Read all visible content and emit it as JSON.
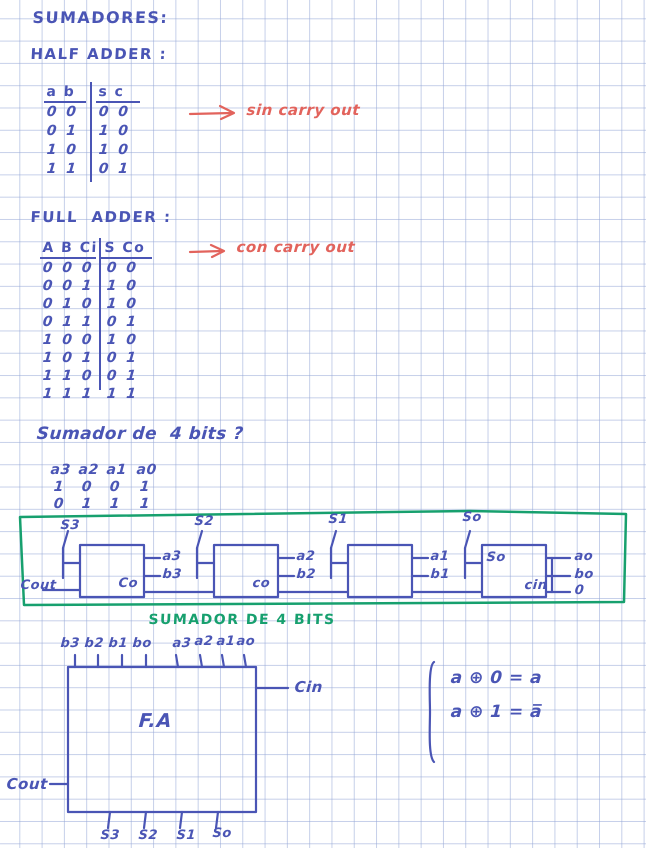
{
  "page": {
    "title": "SUMADORES:",
    "paper": "grid",
    "ink_color": "#4a55b5",
    "red_color": "#e2635c",
    "green_color": "#17a06e"
  },
  "half_adder": {
    "heading": "HALF ADDER :",
    "headers": [
      "a",
      "b",
      "s",
      "c"
    ],
    "header_left": "a b",
    "header_right": "s c",
    "rows": [
      {
        "inputs": "0  0",
        "outputs": "0  0"
      },
      {
        "inputs": "0  1",
        "outputs": "1  0"
      },
      {
        "inputs": "1  0",
        "outputs": "1  0"
      },
      {
        "inputs": "1  1",
        "outputs": "0  1"
      }
    ],
    "annotation": "sin carry out"
  },
  "full_adder": {
    "heading": "FULL  ADDER :",
    "header_left": "A B Ci",
    "header_right": "S Co",
    "rows": [
      {
        "inputs": "0  0  0",
        "outputs": "0  0"
      },
      {
        "inputs": "0  0  1",
        "outputs": "1  0"
      },
      {
        "inputs": "0  1  0",
        "outputs": "1  0"
      },
      {
        "inputs": "0  1  1",
        "outputs": "0  1"
      },
      {
        "inputs": "1  0  0",
        "outputs": "1  0"
      },
      {
        "inputs": "1  0  1",
        "outputs": "0  1"
      },
      {
        "inputs": "1  1  0",
        "outputs": "0  1"
      },
      {
        "inputs": "1  1  1",
        "outputs": "1  1"
      }
    ],
    "annotation": "con carry out"
  },
  "question": "Sumador de  4 bits ?",
  "example": {
    "bit_labels": [
      "a3",
      "a2",
      "a1",
      "a0"
    ],
    "operand_a": [
      "1",
      "0",
      "0",
      "1"
    ],
    "operand_b": [
      "0",
      "1",
      "1",
      "1"
    ]
  },
  "ripple_diagram": {
    "caption": "SUMADOR  DE  4 BITS",
    "cout_label": "Cout",
    "stages": [
      {
        "sum": "S3",
        "a": "a3",
        "b": "b3",
        "carry_out": "Co"
      },
      {
        "sum": "S2",
        "a": "a2",
        "b": "b2",
        "carry_out": "co"
      },
      {
        "sum": "S1",
        "a": "a1",
        "b": "b1",
        "carry_out": ""
      },
      {
        "sum": "So",
        "inner": "So",
        "a": "ao",
        "b": "bo",
        "carry_in_label": "cin",
        "carry_in_value": "0"
      }
    ]
  },
  "block_diagram": {
    "name": "F.A",
    "inputs_b": [
      "b3",
      "b2",
      "b1",
      "bo"
    ],
    "inputs_a": [
      "a3",
      "a2",
      "a1",
      "ao"
    ],
    "carry_in": "Cin",
    "carry_out": "Cout",
    "outputs_s": [
      "S3",
      "S2",
      "S1",
      "So"
    ]
  },
  "identities": [
    "a ⊕ 0 = a",
    "a ⊕ 1 = a̅"
  ],
  "identity_parts": {
    "line1_left": "a",
    "line1_right": "0 = a",
    "line2_left": "a",
    "line2_right": "1 = ",
    "line2_bar": "a"
  }
}
